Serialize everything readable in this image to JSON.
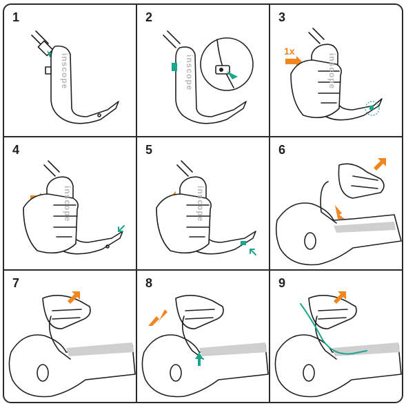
{
  "brand_text": "inscope",
  "panels": [
    {
      "number": "1"
    },
    {
      "number": "2"
    },
    {
      "number": "3",
      "annotation": "1x"
    },
    {
      "number": "4"
    },
    {
      "number": "5"
    },
    {
      "number": "6"
    },
    {
      "number": "7"
    },
    {
      "number": "8"
    },
    {
      "number": "9"
    }
  ],
  "colors": {
    "border": "#2a2a2a",
    "teal_accent": "#1aa58c",
    "orange_arrow": "#f0861f",
    "brand_grey": "#b8b8b8"
  }
}
